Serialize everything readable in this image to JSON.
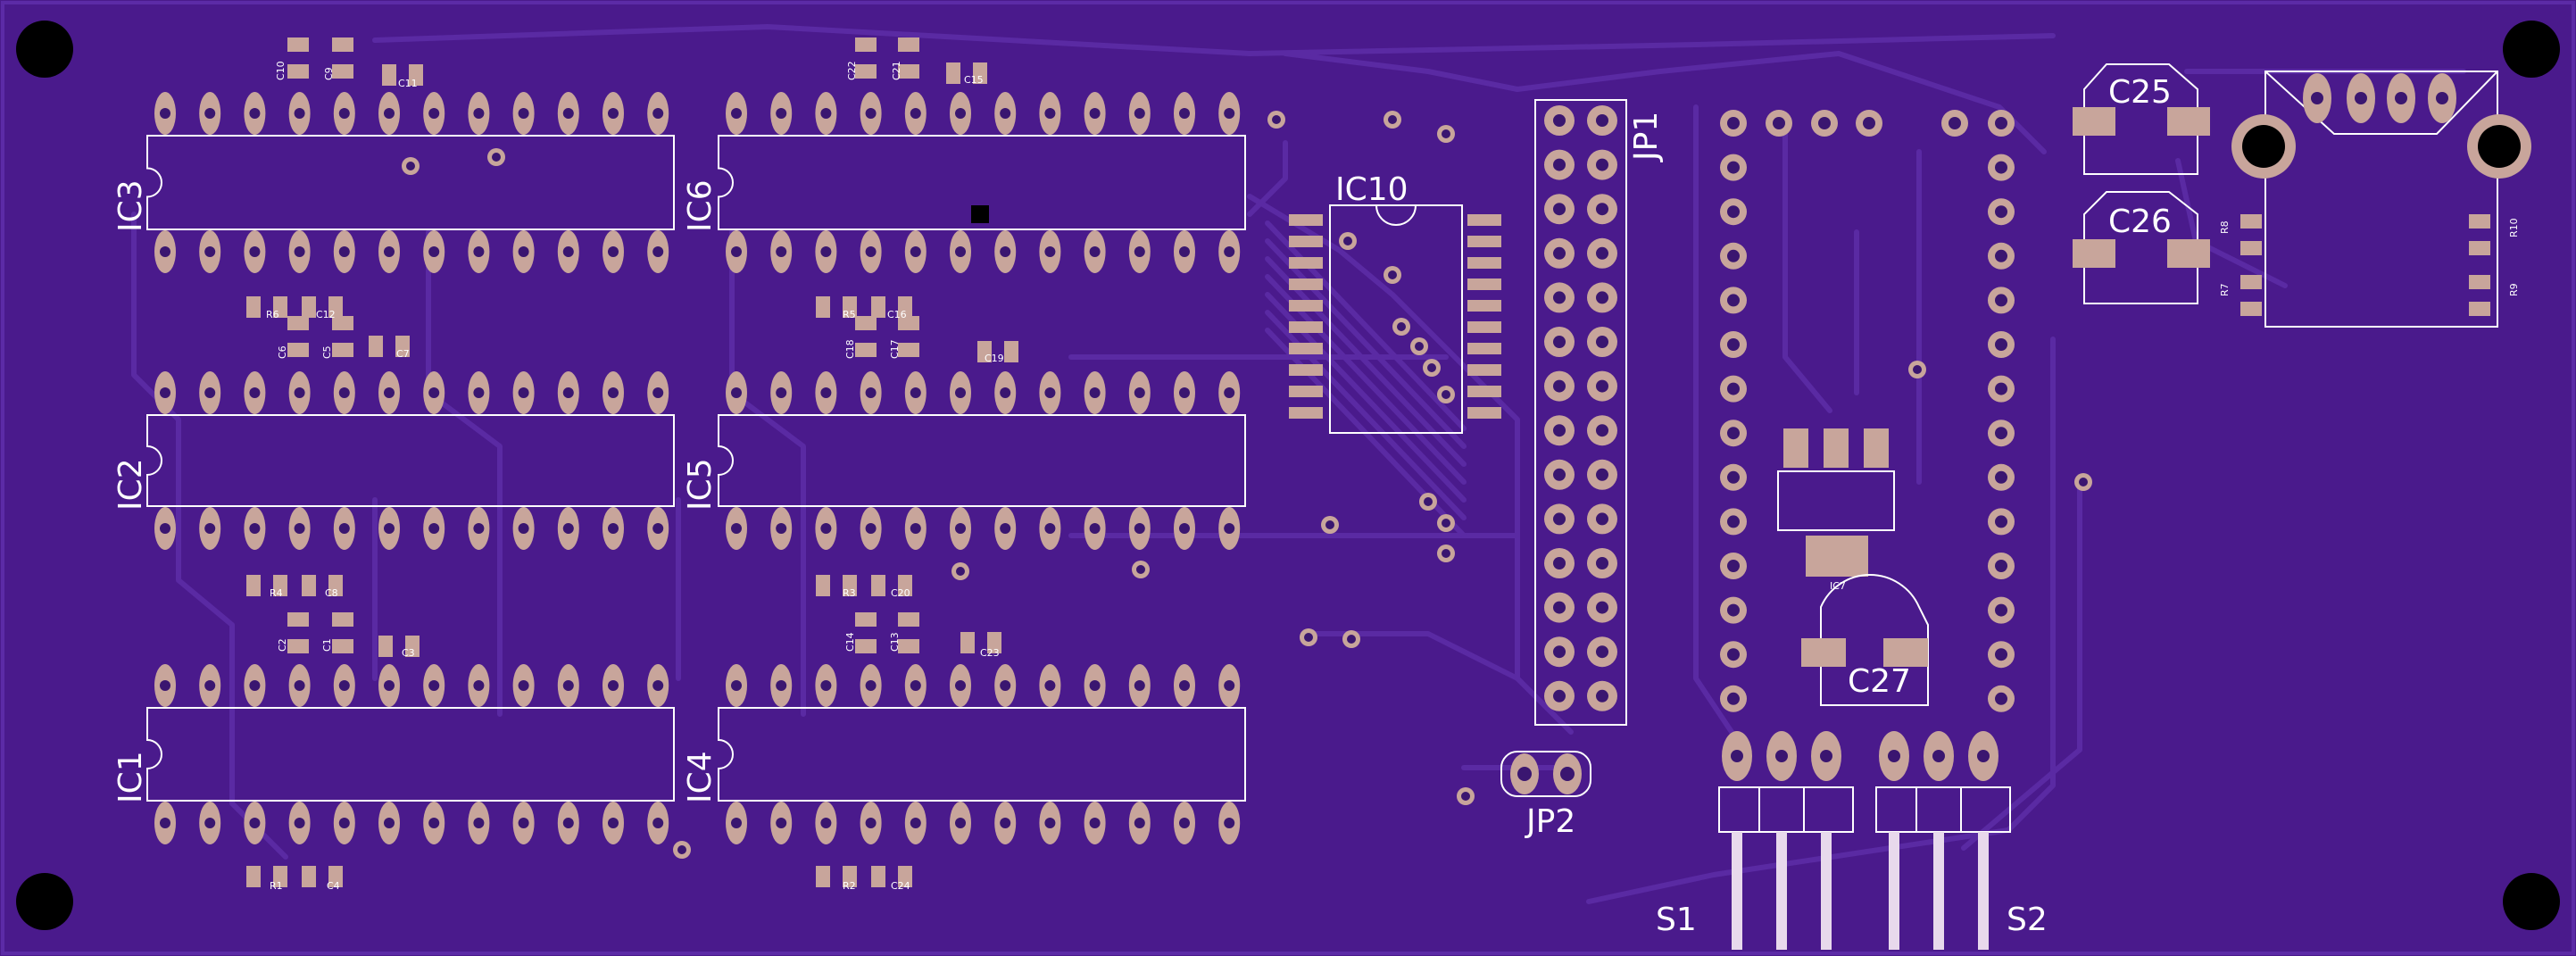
{
  "colors": {
    "board": "#4a1a8c",
    "board_edge": "#3a1670",
    "trace": "#5a2aa3",
    "trace_dark": "#3d147a",
    "pad": "#c8a59b",
    "hole": "#3a1670",
    "silk": "#ffffff",
    "mount_hole": "#000000"
  },
  "labels": {
    "ic1": "IC1",
    "ic2": "IC2",
    "ic3": "IC3",
    "ic4": "IC4",
    "ic5": "IC5",
    "ic6": "IC6",
    "ic10": "IC10",
    "jp1": "JP1",
    "jp2": "JP2",
    "s1": "S1",
    "s2": "S2",
    "c25": "C25",
    "c26": "C26",
    "c27": "C27",
    "ic7": "IC7"
  },
  "small_labels": {
    "c10": "C10",
    "c9": "C9",
    "c11": "C11",
    "c22": "C22",
    "c21": "C21",
    "c15": "C15",
    "r6": "R6",
    "c12": "C12",
    "c6": "C6",
    "c5": "C5",
    "c7": "C7",
    "r5": "R5",
    "c16": "C16",
    "c18": "C18",
    "c17": "C17",
    "c19": "C19",
    "r4": "R4",
    "c8": "C8",
    "c2": "C2",
    "c1": "C1",
    "c3": "C3",
    "r3": "R3",
    "c20": "C20",
    "c14": "C14",
    "c13": "C13",
    "c23": "C23",
    "r1": "R1",
    "c4": "C4",
    "r2": "R2",
    "c24": "C24",
    "r8": "R8",
    "r7": "R7",
    "r10": "R10",
    "r9": "R9"
  }
}
